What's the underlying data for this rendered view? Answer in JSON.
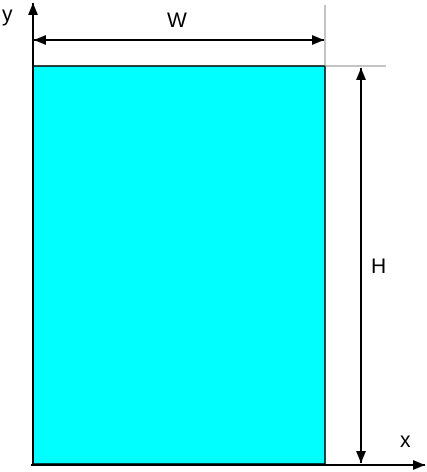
{
  "diagram": {
    "labels": {
      "y_axis": "y",
      "x_axis": "x",
      "width": "W",
      "height": "H"
    },
    "colors": {
      "rectangle_fill": "#00ffff",
      "stroke": "#000000",
      "guide_line": "#888888",
      "background": "#ffffff"
    }
  }
}
